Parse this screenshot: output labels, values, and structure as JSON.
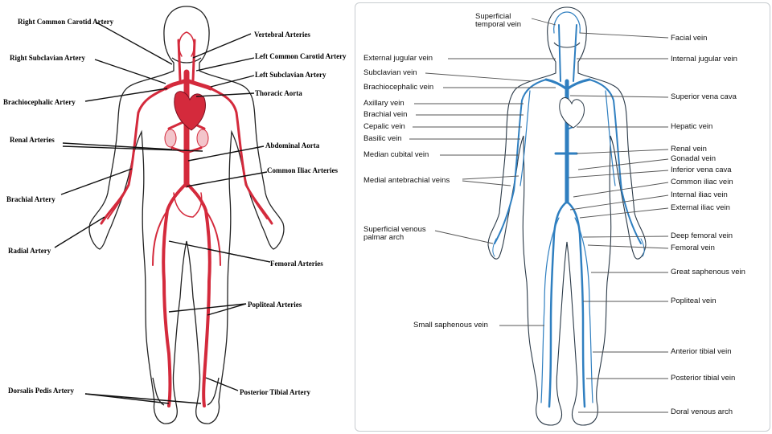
{
  "arteries": {
    "labels": [
      "Right Common Carotid Artery",
      "Vertebral Arteries",
      "Left Common Carotid Artery",
      "Right Subclavian Artery",
      "Left Subclavian Artery",
      "Brachiocephalic Artery",
      "Thoracic Aorta",
      "Renal Arteries",
      "Abdominal Aorta",
      "Common Iliac Arteries",
      "Brachial Artery",
      "Radial Artery",
      "Femoral Arteries",
      "Popliteal Arteries",
      "Dorsalis Pedis Artery",
      "Posterior Tibial Artery"
    ],
    "color": "#d42a3c"
  },
  "veins": {
    "left_labels": [
      "Superficial",
      "temporal vein",
      "External jugular vein",
      "Subclavian vein",
      "Brachiocephalic vein",
      "Axillary vein",
      "Brachial vein",
      "Cepalic vein",
      "Basilic vein",
      "Median cubital vein",
      "Medial antebrachial veins",
      "Superficial venous",
      "palmar arch",
      "Small saphenous vein"
    ],
    "right_labels": [
      "Facial vein",
      "Internal jugular vein",
      "Superior vena cava",
      "Hepatic vein",
      "Renal vein",
      "Gonadal vein",
      "Inferior vena cava",
      "Common iliac vein",
      "Internal iliac vein",
      "External iliac vein",
      "Deep femoral vein",
      "Femoral vein",
      "Great saphenous vein",
      "Popliteal vein",
      "Anterior tibial vein",
      "Posterior tibial vein",
      "Doral venous arch"
    ],
    "color": "#2f7fc0"
  }
}
